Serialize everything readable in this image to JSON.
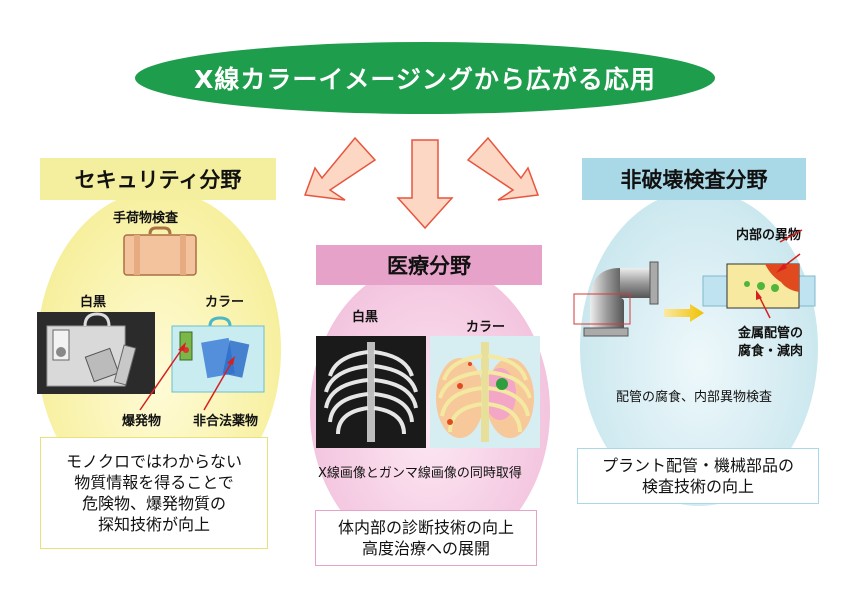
{
  "title": "X線カラーイメージングから広がる応用",
  "security": {
    "heading": "セキュリティ分野",
    "luggage_label": "手荷物検査",
    "mono_label": "白黒",
    "color_label": "カラー",
    "explosive_label": "爆発物",
    "drug_label": "非合法薬物",
    "benefit_lines": [
      "モノクロではわからない",
      "物質情報を得ることで",
      "危険物、爆発物質の",
      "探知技術が向上"
    ]
  },
  "medical": {
    "heading": "医療分野",
    "mono_label": "白黒",
    "color_label": "カラー",
    "caption": "X線画像とガンマ線画像の同時取得",
    "benefit_lines": [
      "体内部の診断技術の向上",
      "高度治療への展開"
    ]
  },
  "ndt": {
    "heading": "非破壊検査分野",
    "foreign_label": "内部の異物",
    "corrosion_lines": [
      "金属配管の",
      "腐食・減肉"
    ],
    "caption": "配管の腐食、内部異物検査",
    "benefit_lines": [
      "プラント配管・機械部品の",
      "検査技術の向上"
    ]
  },
  "colors": {
    "title_bg": "#1e9e4c",
    "security_accent": "#f4ef9e",
    "medical_accent": "#e6a2c8",
    "ndt_accent": "#a9d8e6",
    "arrow_fill": "#fbd7c4",
    "arrow_stroke": "#e8553e"
  }
}
